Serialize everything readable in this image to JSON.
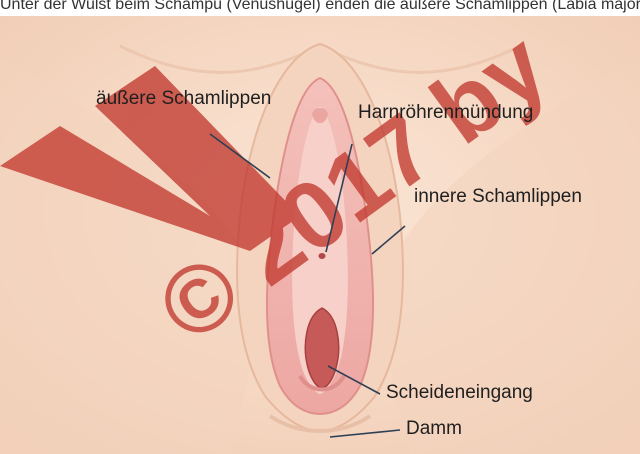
{
  "caption_fragment": "Unter der Wulst beim Schampu (Venushügel) enden die äußere Schamlippen (Labia majora) beginnt Schamlippe",
  "watermark_text": "© 2017 by",
  "colors": {
    "skin": "#f8ddc8",
    "skin_shadow": "#eec3a8",
    "inner_labia": "#f2b2ad",
    "inner_labia_dark": "#e38f8c",
    "vestibule": "#f6c9c3",
    "opening": "#c0504f",
    "watermark": "#c23a30",
    "leader": "#2d3f55"
  },
  "labels": {
    "outer_labia": "äußere Schamlippen",
    "urethral_opening": "Harnröhrenmündung",
    "inner_labia": "innere Schamlippen",
    "vaginal_opening": "Scheideneingang",
    "perineum": "Damm"
  }
}
